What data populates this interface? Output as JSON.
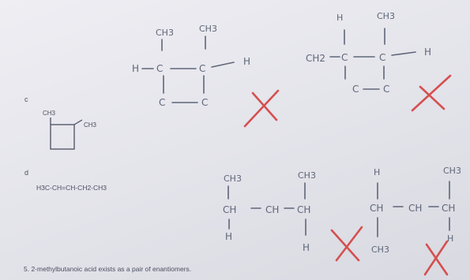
{
  "parts": [
    {
      "label": "c",
      "printed_formula": "CH3"
    },
    {
      "label": "d",
      "printed_formula": "H3C-CH=CH-CH2-CH3"
    }
  ],
  "handwritten": {
    "ch3_label": "CH3",
    "ch2_label": "CH2",
    "h_label": "H",
    "c_label": "C",
    "ch_label": "CH"
  },
  "footer_note": "5. 2-methylbutanoic acid exists as a pair of enantiomers.",
  "marks": [
    "red-x",
    "red-x",
    "red-x",
    "red-x"
  ],
  "colors": {
    "ink": "#5f6678",
    "print": "#4a4f60",
    "mark": "#d4504f",
    "paper": "#e9e9ef"
  }
}
